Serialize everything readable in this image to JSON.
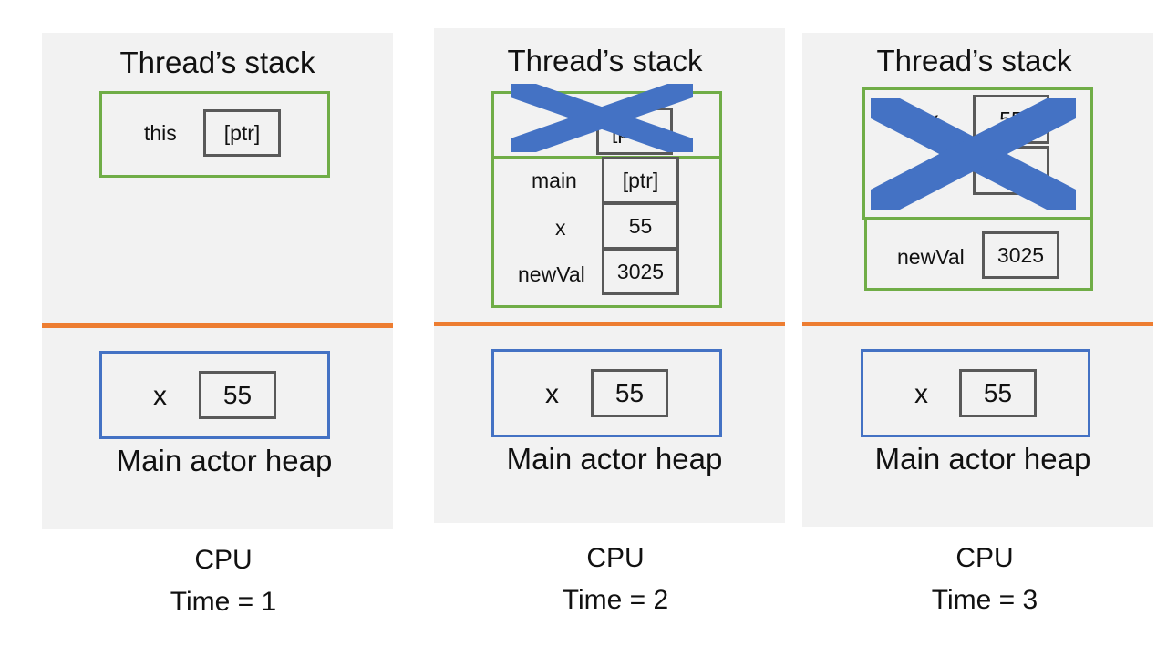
{
  "stack_title": "Thread’s stack",
  "heap_title": "Main actor heap",
  "cpu_label": "CPU",
  "panel1": {
    "frame": {
      "name": "this",
      "value": "[ptr]"
    },
    "heap": {
      "name": "x",
      "value": "55"
    },
    "time": "Time = 1"
  },
  "panel2": {
    "erased_frame": {
      "value_fragment": "[ptr"
    },
    "frame": [
      {
        "name": "main",
        "value": "[ptr]"
      },
      {
        "name": "x",
        "value": "55"
      },
      {
        "name": "newVal",
        "value": "3025"
      }
    ],
    "heap": {
      "name": "x",
      "value": "55"
    },
    "time": "Time = 2"
  },
  "panel3": {
    "erased_frame": {
      "name_fragment": "x",
      "value_fragment": "55"
    },
    "frame": {
      "name": "newVal",
      "value": "3025"
    },
    "heap": {
      "name": "x",
      "value": "55"
    },
    "time": "Time = 3"
  },
  "colors": {
    "panel_bg": "#f2f2f2",
    "stack_frame_border": "#70ad47",
    "heap_border": "#4472c4",
    "divider": "#ed7d31",
    "cross": "#4472c4",
    "cell_border": "#595959"
  }
}
